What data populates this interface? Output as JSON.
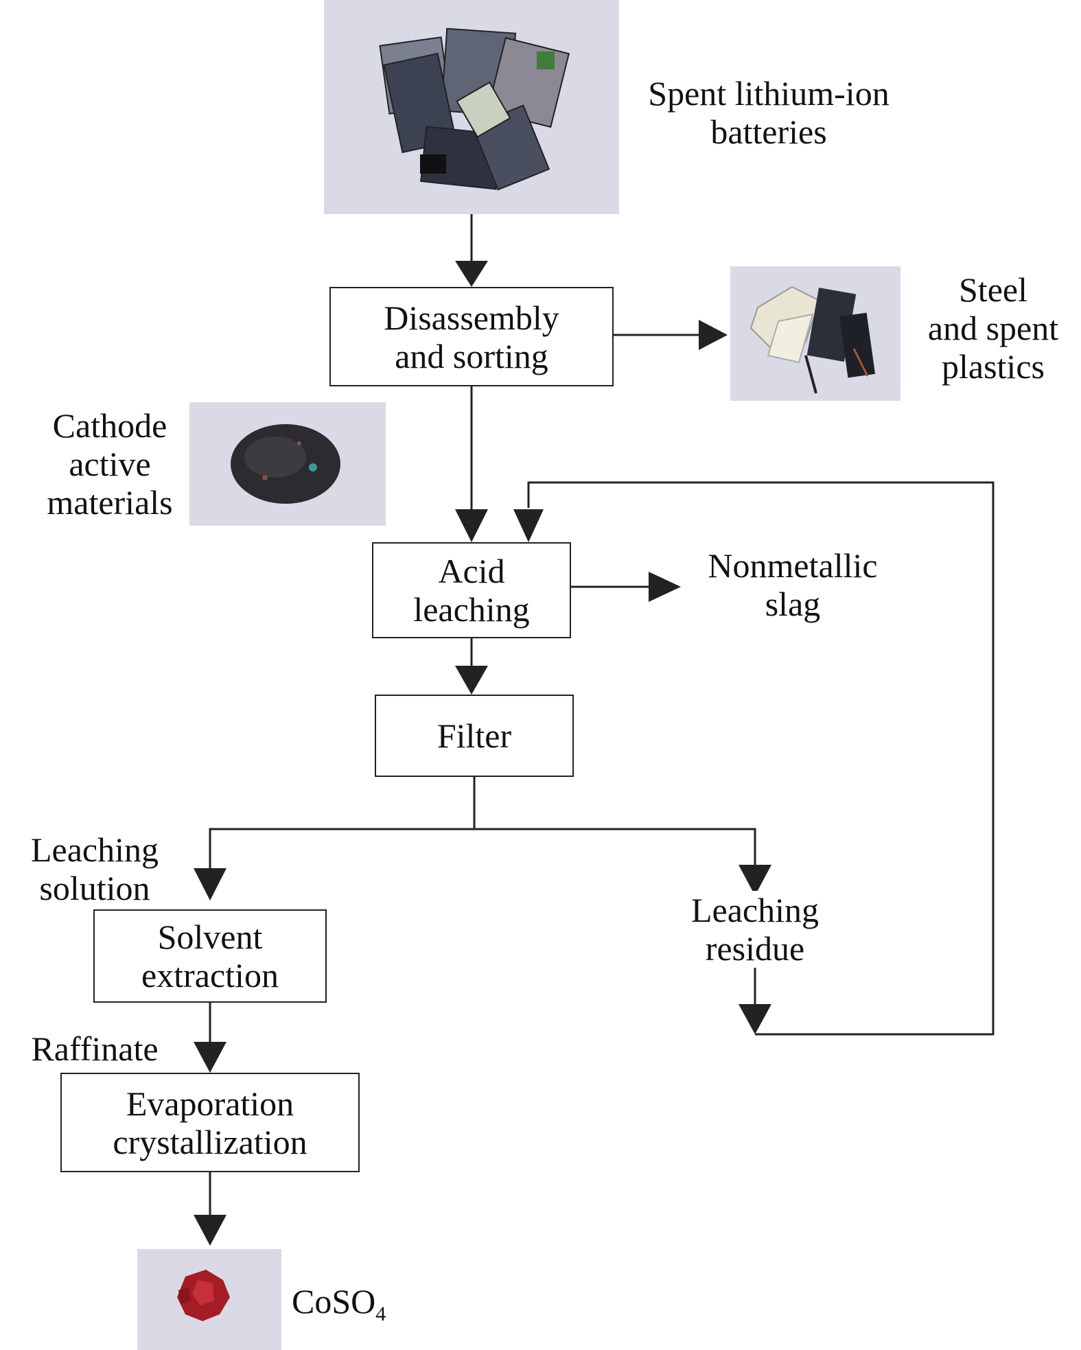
{
  "nodes": {
    "spent_batteries": {
      "lines": [
        "Spent lithium-ion",
        "batteries"
      ]
    },
    "disassembly": {
      "lines": [
        "Disassembly",
        "and sorting"
      ]
    },
    "steel_plastics": {
      "lines": [
        "Steel",
        "and spent",
        "plastics"
      ]
    },
    "cathode": {
      "lines": [
        "Cathode",
        "active",
        "materials"
      ]
    },
    "acid_leaching": {
      "lines": [
        "Acid",
        "leaching"
      ]
    },
    "nonmetallic_slag": {
      "lines": [
        "Nonmetallic",
        "slag"
      ]
    },
    "filter": {
      "lines": [
        "Filter"
      ]
    },
    "leaching_solution": {
      "lines": [
        "Leaching",
        "solution"
      ]
    },
    "leaching_residue": {
      "lines": [
        "Leaching",
        "residue"
      ]
    },
    "solvent_extraction": {
      "lines": [
        "Solvent",
        "extraction"
      ]
    },
    "raffinate": {
      "lines": [
        "Raffinate"
      ]
    },
    "evaporation": {
      "lines": [
        "Evaporation",
        "crystallization"
      ]
    },
    "product": {
      "formula_main": "CoSO",
      "formula_sub": "4"
    }
  },
  "photos": {
    "batteries": "battery-pile-photo",
    "plastics": "scrap-plastics-photo",
    "cathode": "cathode-powder-photo",
    "coso4": "red-crystals-photo"
  },
  "colors": {
    "line": "#222222",
    "photo_bg": "#d9dae6",
    "crystal": "#a51c24"
  }
}
